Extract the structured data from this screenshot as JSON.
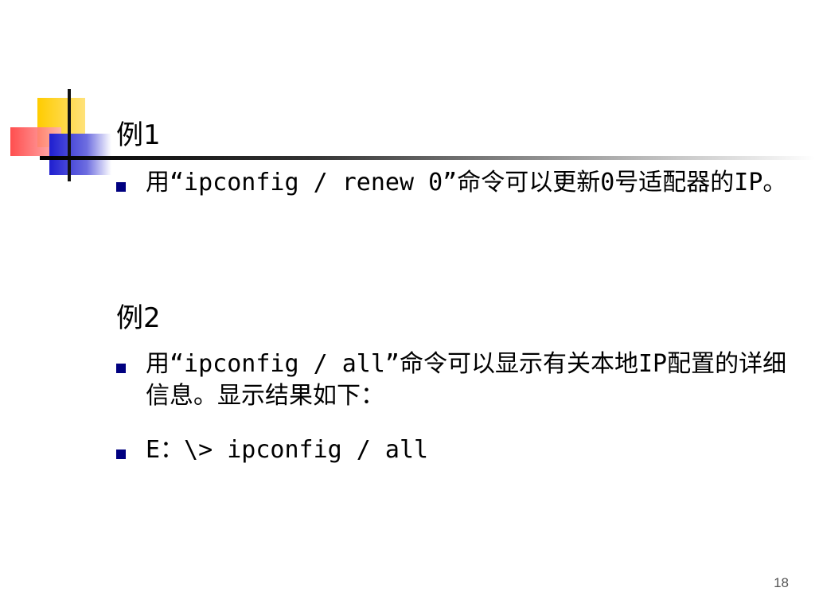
{
  "slide": {
    "sections": [
      {
        "title": "例1",
        "bullets": [
          "用“ipconfig / renew 0”命令可以更新0号适配器的IP。"
        ]
      },
      {
        "title": "例2",
        "bullets": [
          "用“ipconfig / all”命令可以显示有关本地IP配置的详细信息。显示结果如下：",
          "E：\\> ipconfig / all"
        ]
      }
    ],
    "page_number": "18"
  },
  "colors": {
    "accent_yellow": "#ffcc00",
    "accent_red": "#ff3b3b",
    "accent_blue": "#2b2bd6",
    "bullet": "#000080"
  }
}
